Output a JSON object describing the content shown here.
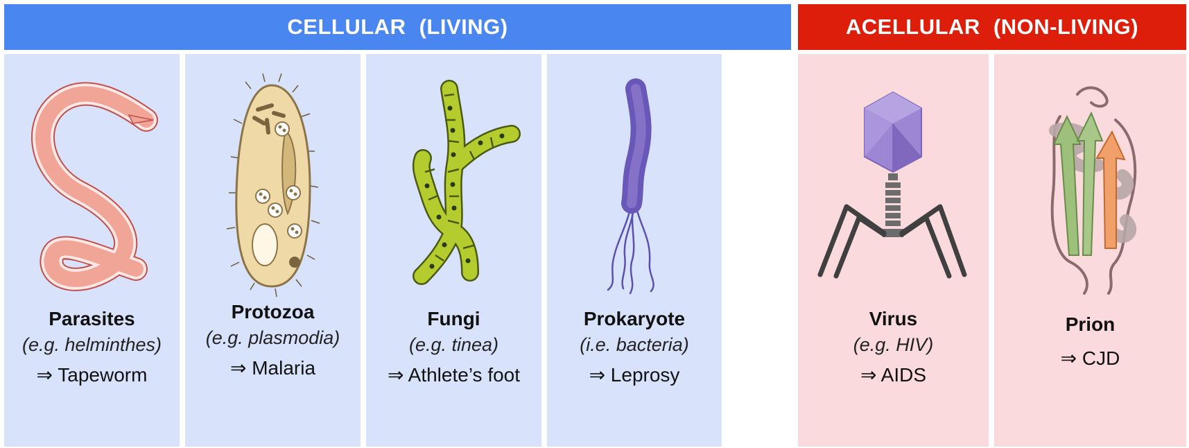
{
  "headers": {
    "cellular": "CELLULAR  (LIVING)",
    "acellular": "ACELLULAR  (NON-LIVING)"
  },
  "panels": [
    {
      "name": "Parasites",
      "example": "(e.g. helminthes)",
      "disease": "⇒ Tapeworm",
      "icon": "tapeworm-icon"
    },
    {
      "name": "Protozoa",
      "example": "(e.g. plasmodia)",
      "disease": "⇒ Malaria",
      "icon": "paramecium-icon"
    },
    {
      "name": "Fungi",
      "example": "(e.g. tinea)",
      "disease": "⇒ Athlete’s foot",
      "icon": "fungal-hyphae-icon"
    },
    {
      "name": "Prokaryote",
      "example": "(i.e. bacteria)",
      "disease": "⇒ Leprosy",
      "icon": "bacterium-icon"
    },
    {
      "name": "Virus",
      "example": "(e.g. HIV)",
      "disease": "⇒ AIDS",
      "icon": "bacteriophage-icon"
    },
    {
      "name": "Prion",
      "example": "",
      "disease": "⇒ CJD",
      "icon": "prion-protein-icon"
    }
  ],
  "colors": {
    "cellular_header": "#4a86f0",
    "acellular_header": "#dc1e0a",
    "cellular_panel": "#d8e3fb",
    "acellular_panel": "#fadadd"
  }
}
